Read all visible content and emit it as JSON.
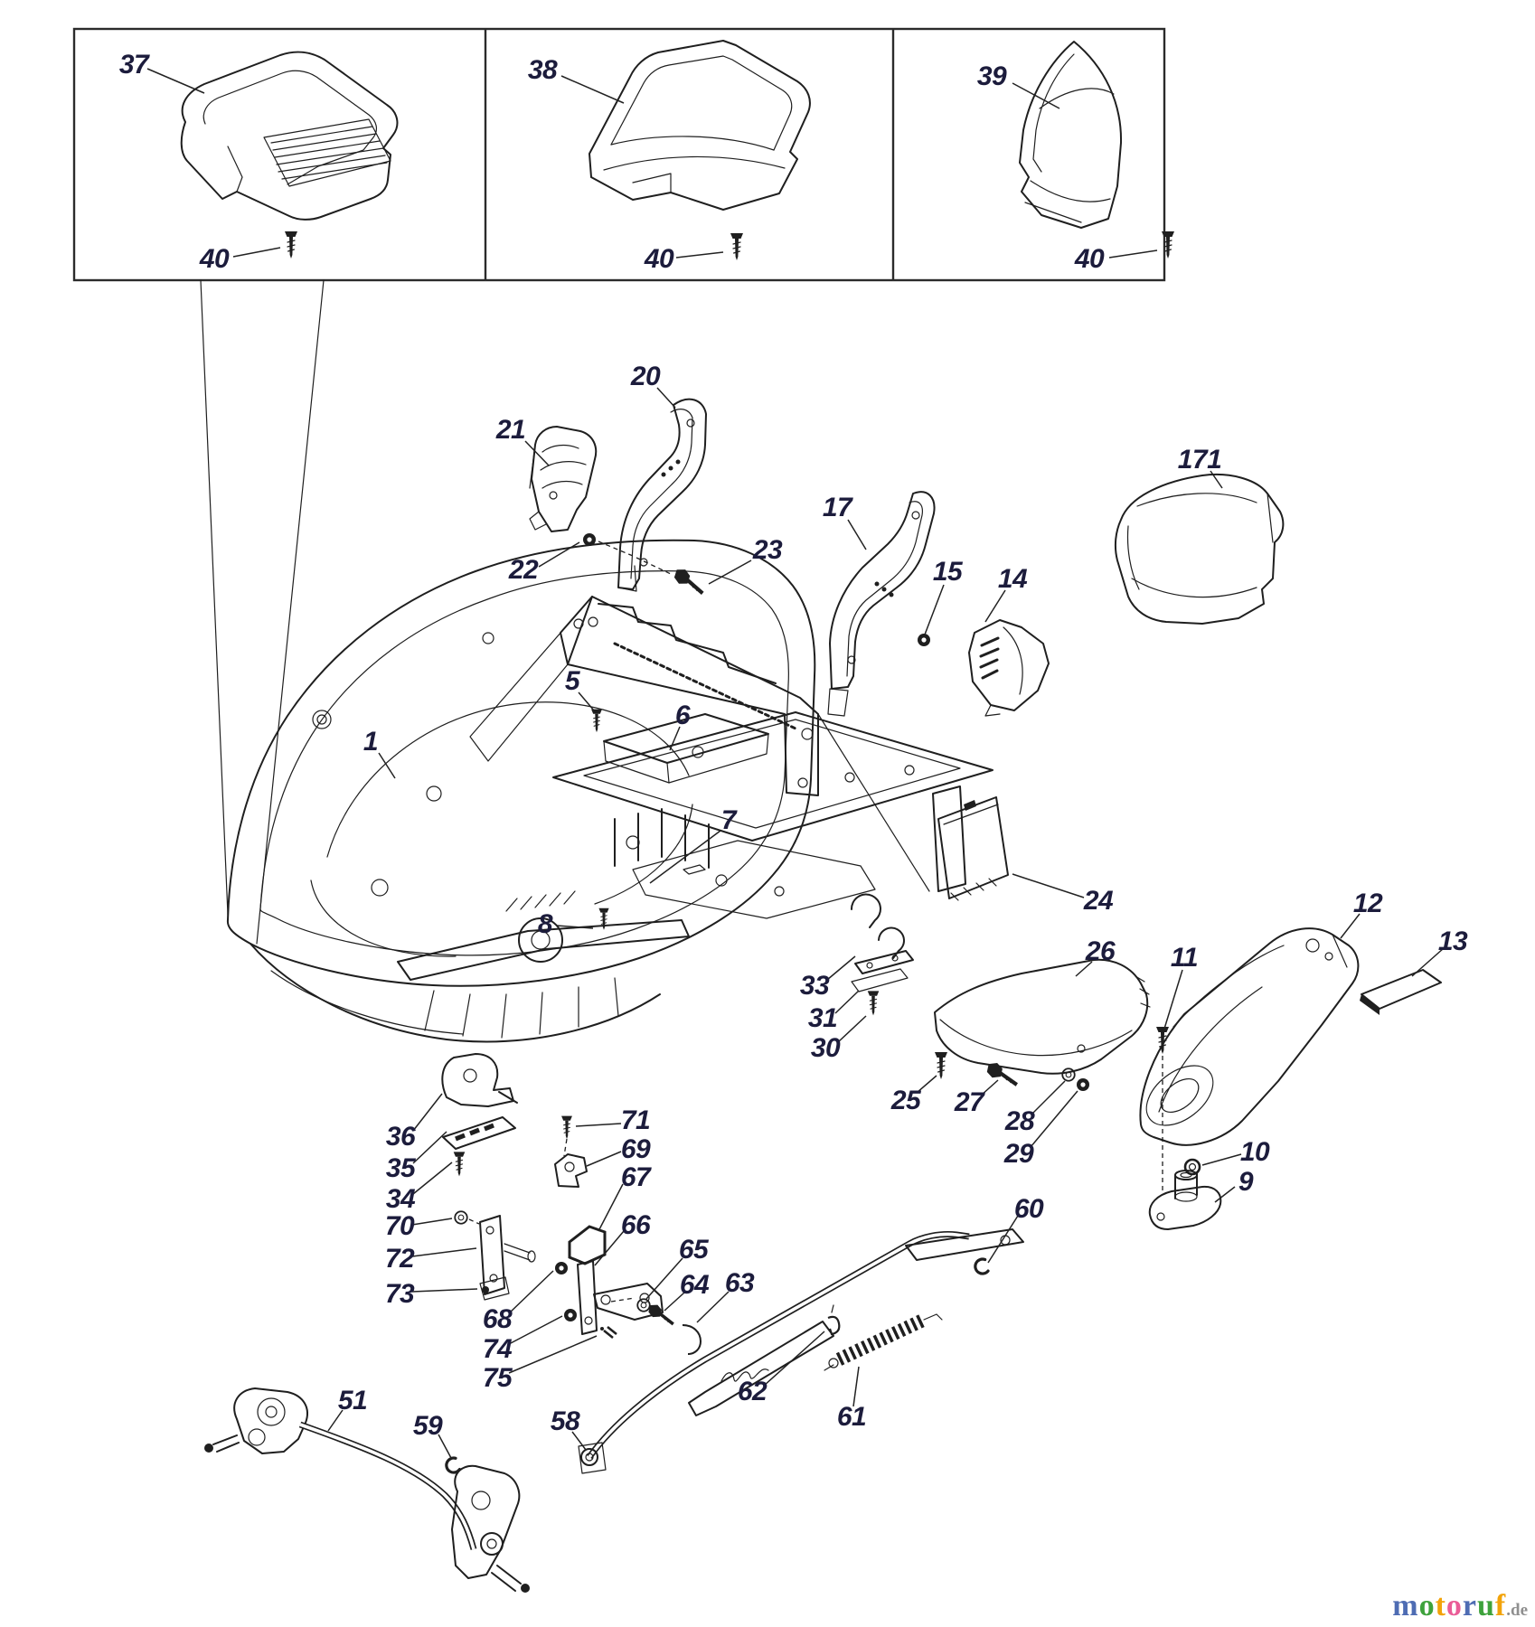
{
  "diagram_type": "exploded-parts-diagram",
  "subject": "lawnmower-deck-assembly",
  "panels": {
    "box1": {
      "part_label": "37",
      "screw_label": "40"
    },
    "box2": {
      "part_label": "38",
      "screw_label": "40"
    },
    "box3": {
      "part_label": "39",
      "screw_label": "40"
    }
  },
  "callouts": {
    "p1": "1",
    "p5": "5",
    "p6": "6",
    "p7": "7",
    "p8": "8",
    "p9": "9",
    "p10": "10",
    "p11": "11",
    "p12": "12",
    "p13": "13",
    "p14": "14",
    "p15": "15",
    "p17": "17",
    "p20": "20",
    "p21": "21",
    "p22": "22",
    "p23": "23",
    "p24": "24",
    "p25": "25",
    "p26": "26",
    "p27": "27",
    "p28": "28",
    "p29": "29",
    "p30": "30",
    "p31": "31",
    "p33": "33",
    "p34": "34",
    "p35": "35",
    "p36": "36",
    "p51": "51",
    "p58": "58",
    "p59": "59",
    "p60": "60",
    "p61": "61",
    "p62": "62",
    "p63": "63",
    "p64": "64",
    "p65": "65",
    "p66": "66",
    "p67": "67",
    "p68": "68",
    "p69": "69",
    "p70": "70",
    "p71": "71",
    "p72": "72",
    "p73": "73",
    "p74": "74",
    "p75": "75",
    "p171": "171"
  },
  "watermark": {
    "letters": [
      {
        "ch": "m",
        "color": "#4e6cb3"
      },
      {
        "ch": "o",
        "color": "#3ea23c"
      },
      {
        "ch": "t",
        "color": "#f2a30a"
      },
      {
        "ch": "o",
        "color": "#ea5c97"
      },
      {
        "ch": "r",
        "color": "#4e6cb3"
      },
      {
        "ch": "u",
        "color": "#3ea23c"
      },
      {
        "ch": "f",
        "color": "#f2a30a"
      }
    ],
    "suffix": ".de",
    "suffix_color": "#8f8f8f"
  },
  "colors": {
    "line": "#1f1f1f",
    "label": "#1c1c3c",
    "background": "#ffffff"
  }
}
